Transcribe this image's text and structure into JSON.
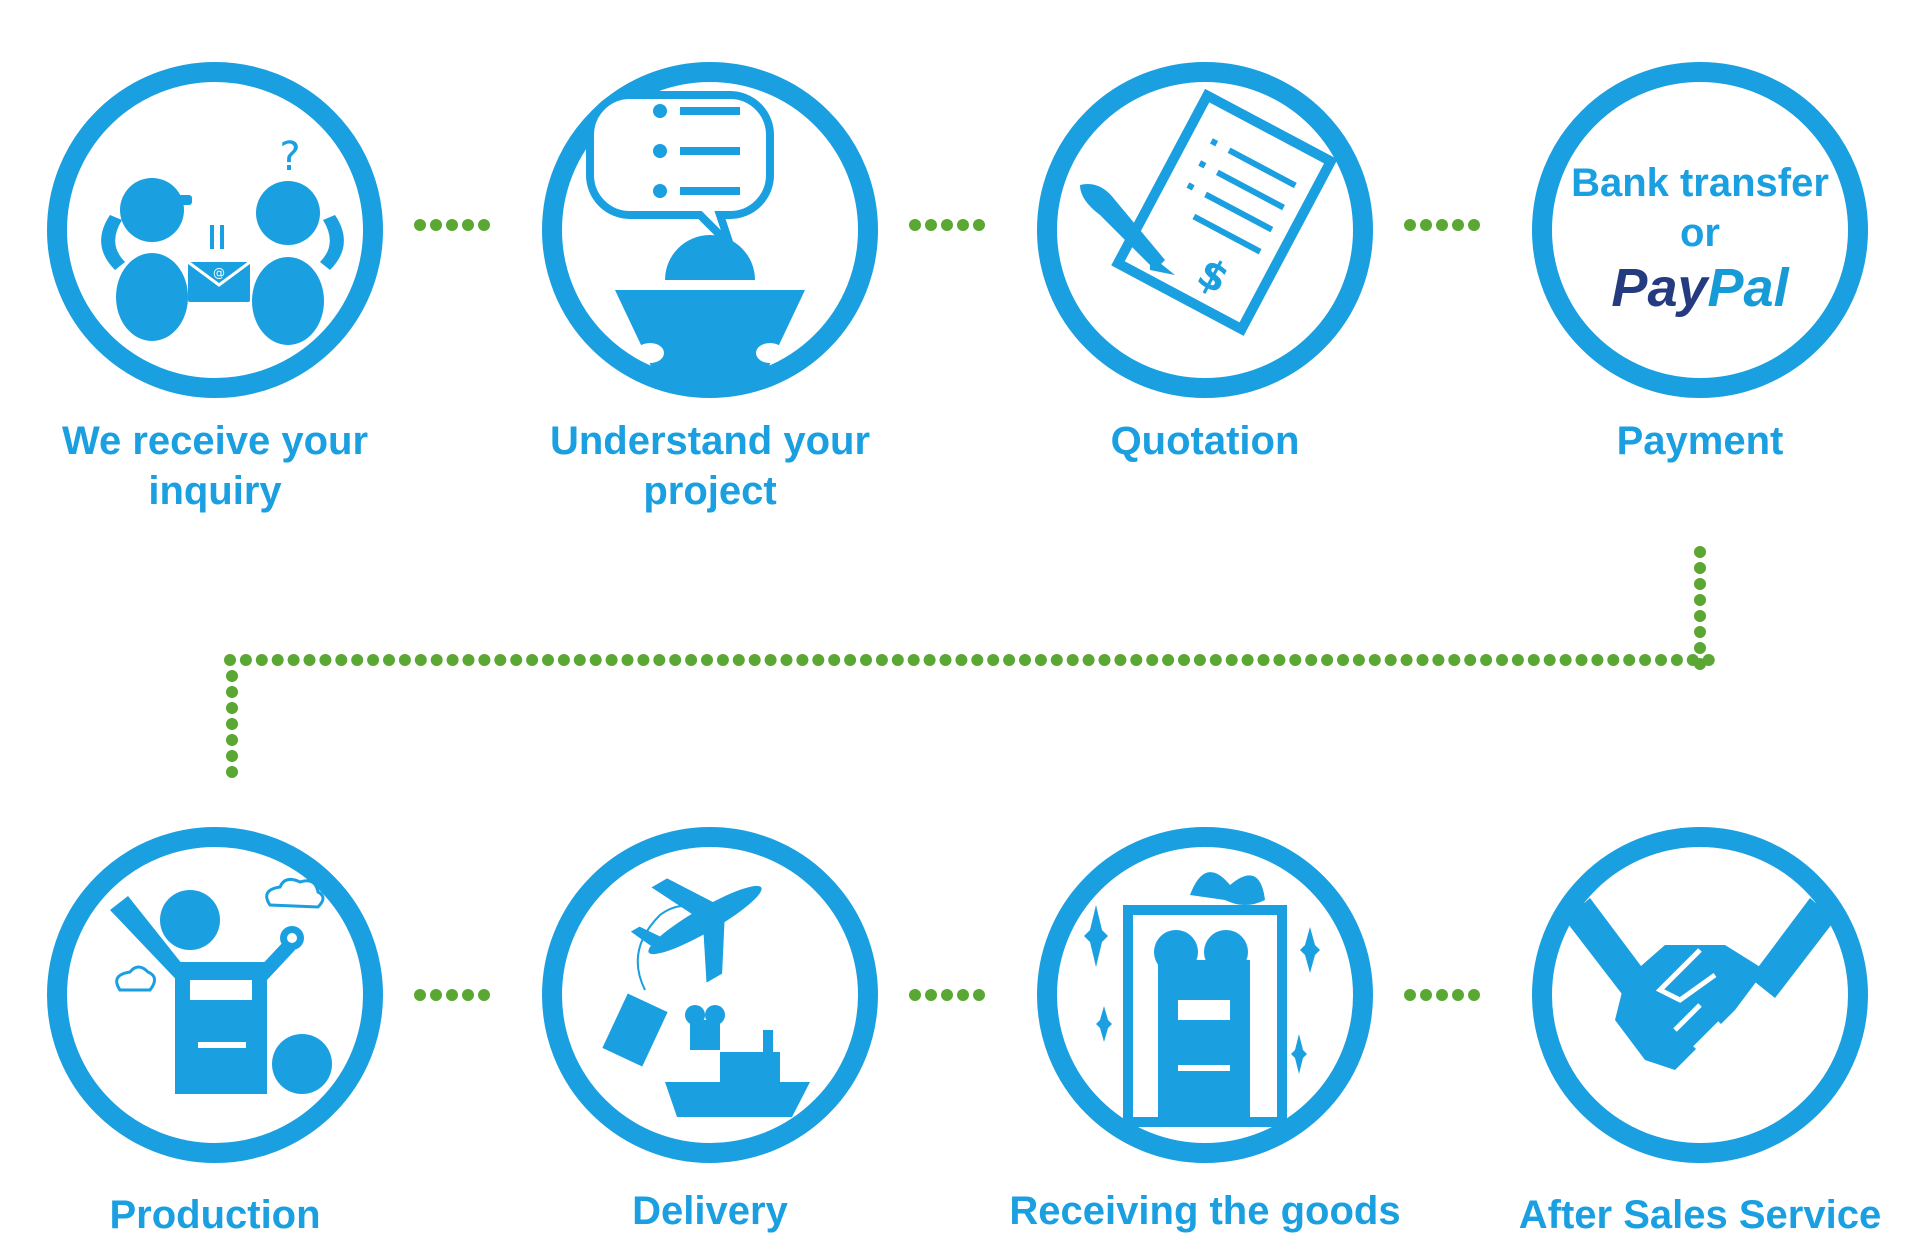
{
  "colors": {
    "accent_blue": "#1a9fe0",
    "dot_green": "#5aa833",
    "paypal_dark": "#253b80",
    "paypal_light": "#179bd7"
  },
  "steps": [
    {
      "label": "We receive your inquiry",
      "icon": "inquiry-icon"
    },
    {
      "label": "Understand your project",
      "icon": "project-discussion-icon"
    },
    {
      "label": "Quotation",
      "icon": "quotation-document-icon"
    },
    {
      "label": "Payment",
      "icon": "payment-icon"
    },
    {
      "label": "Production",
      "icon": "production-icon"
    },
    {
      "label": "Delivery",
      "icon": "delivery-icon"
    },
    {
      "label": "Receiving the goods",
      "icon": "receiving-goods-icon"
    },
    {
      "label": "After Sales Service",
      "icon": "handshake-icon"
    }
  ],
  "payment": {
    "line1": "Bank transfer",
    "line2": "or",
    "paypal_part1": "Pay",
    "paypal_part2": "Pal"
  }
}
